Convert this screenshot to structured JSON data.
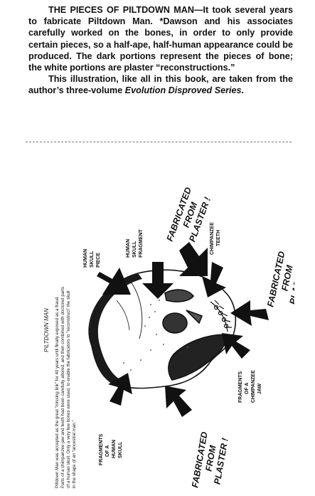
{
  "caption": {
    "heading": "THE PIECES OF PILTDOWN MAN",
    "paragraph1": "—It took several years to fabricate Piltdown Man. *Dawson and his associates carefully worked on the bones, in order to only provide certain pieces, so a half-ape, half-human appearance could be produced. The dark portions represent the pieces of bone; the white portions are plaster “reconstructions.”",
    "paragraph2_start": "This illustration, like all in this book, are taken from the author’s three-volume ",
    "series_title": "Evolution Disproved Series",
    "paragraph2_end": "."
  },
  "illustration": {
    "title": "PILTDOWN MAN",
    "description": [
      "Piltdown Man was accepted as the great “missing link” for 40 years until finally exposed as a fraud.",
      "Parts of a chimpanzee jaw and teeth had been carefully altered, and then combined with doctored parts",
      "of a human skull. Only a very few bones were used, to enable the fabricators to “reconstruct” the skull",
      "in the shape of an “ancestral man.”"
    ],
    "labels": {
      "human_skull_piece": [
        "HUMAN",
        "SKULL",
        "PIECE"
      ],
      "human_skull_fragment": [
        "HUMAN",
        "SKULL",
        "FRAGMENT"
      ],
      "chimpanzee_teeth": [
        "CHIMPANZEE",
        "TEETH"
      ],
      "fragments_chimp_jaw": [
        "FRAGMENTS",
        "OF A",
        "CHIMPANZEE",
        "JAW"
      ],
      "fragments_human_skull": [
        "FRAGMENTS",
        "OF A",
        "HUMAN",
        "SKULL"
      ],
      "fabricated_1": [
        "FABRICATED",
        "FROM",
        "PLASTER !"
      ],
      "fabricated_2": [
        "FABRICATED",
        "FROM",
        "PLASTER !"
      ],
      "fabricated_3": [
        "FABRICATED",
        "FROM",
        "PLASTER !"
      ]
    }
  }
}
